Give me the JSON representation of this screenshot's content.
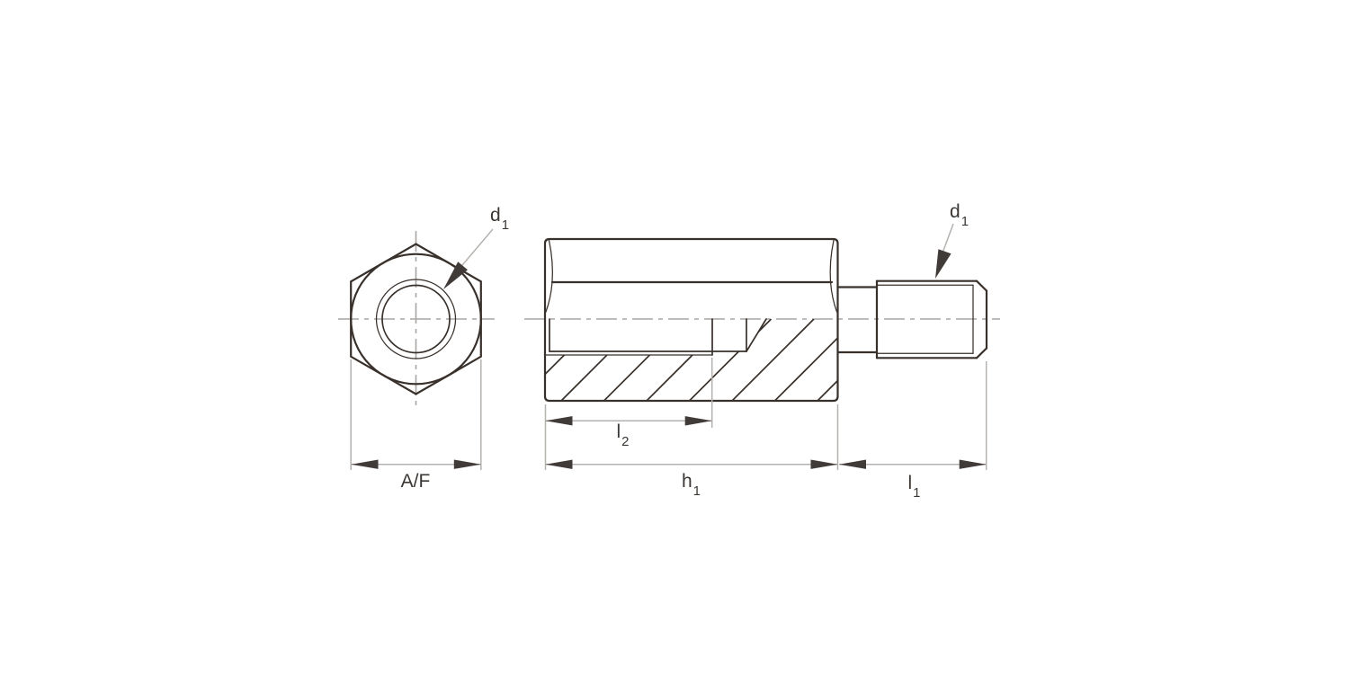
{
  "drawing": {
    "background": "#ffffff",
    "colors": {
      "outline": "#38302b",
      "centerline": "#a9a6a3",
      "dimension": "#b4b1ae",
      "arrow": "#403b38",
      "text": "#3b3734"
    },
    "labels": {
      "thread_diameter_end_view": {
        "base": "d",
        "sub": "1"
      },
      "thread_diameter_stud": {
        "base": "d",
        "sub": "1"
      },
      "across_flats": {
        "base": "A/F",
        "sub": ""
      },
      "thread_depth": {
        "base": "l",
        "sub": "2"
      },
      "body_length": {
        "base": "h",
        "sub": "1"
      },
      "stud_length": {
        "base": "l",
        "sub": "1"
      }
    }
  }
}
